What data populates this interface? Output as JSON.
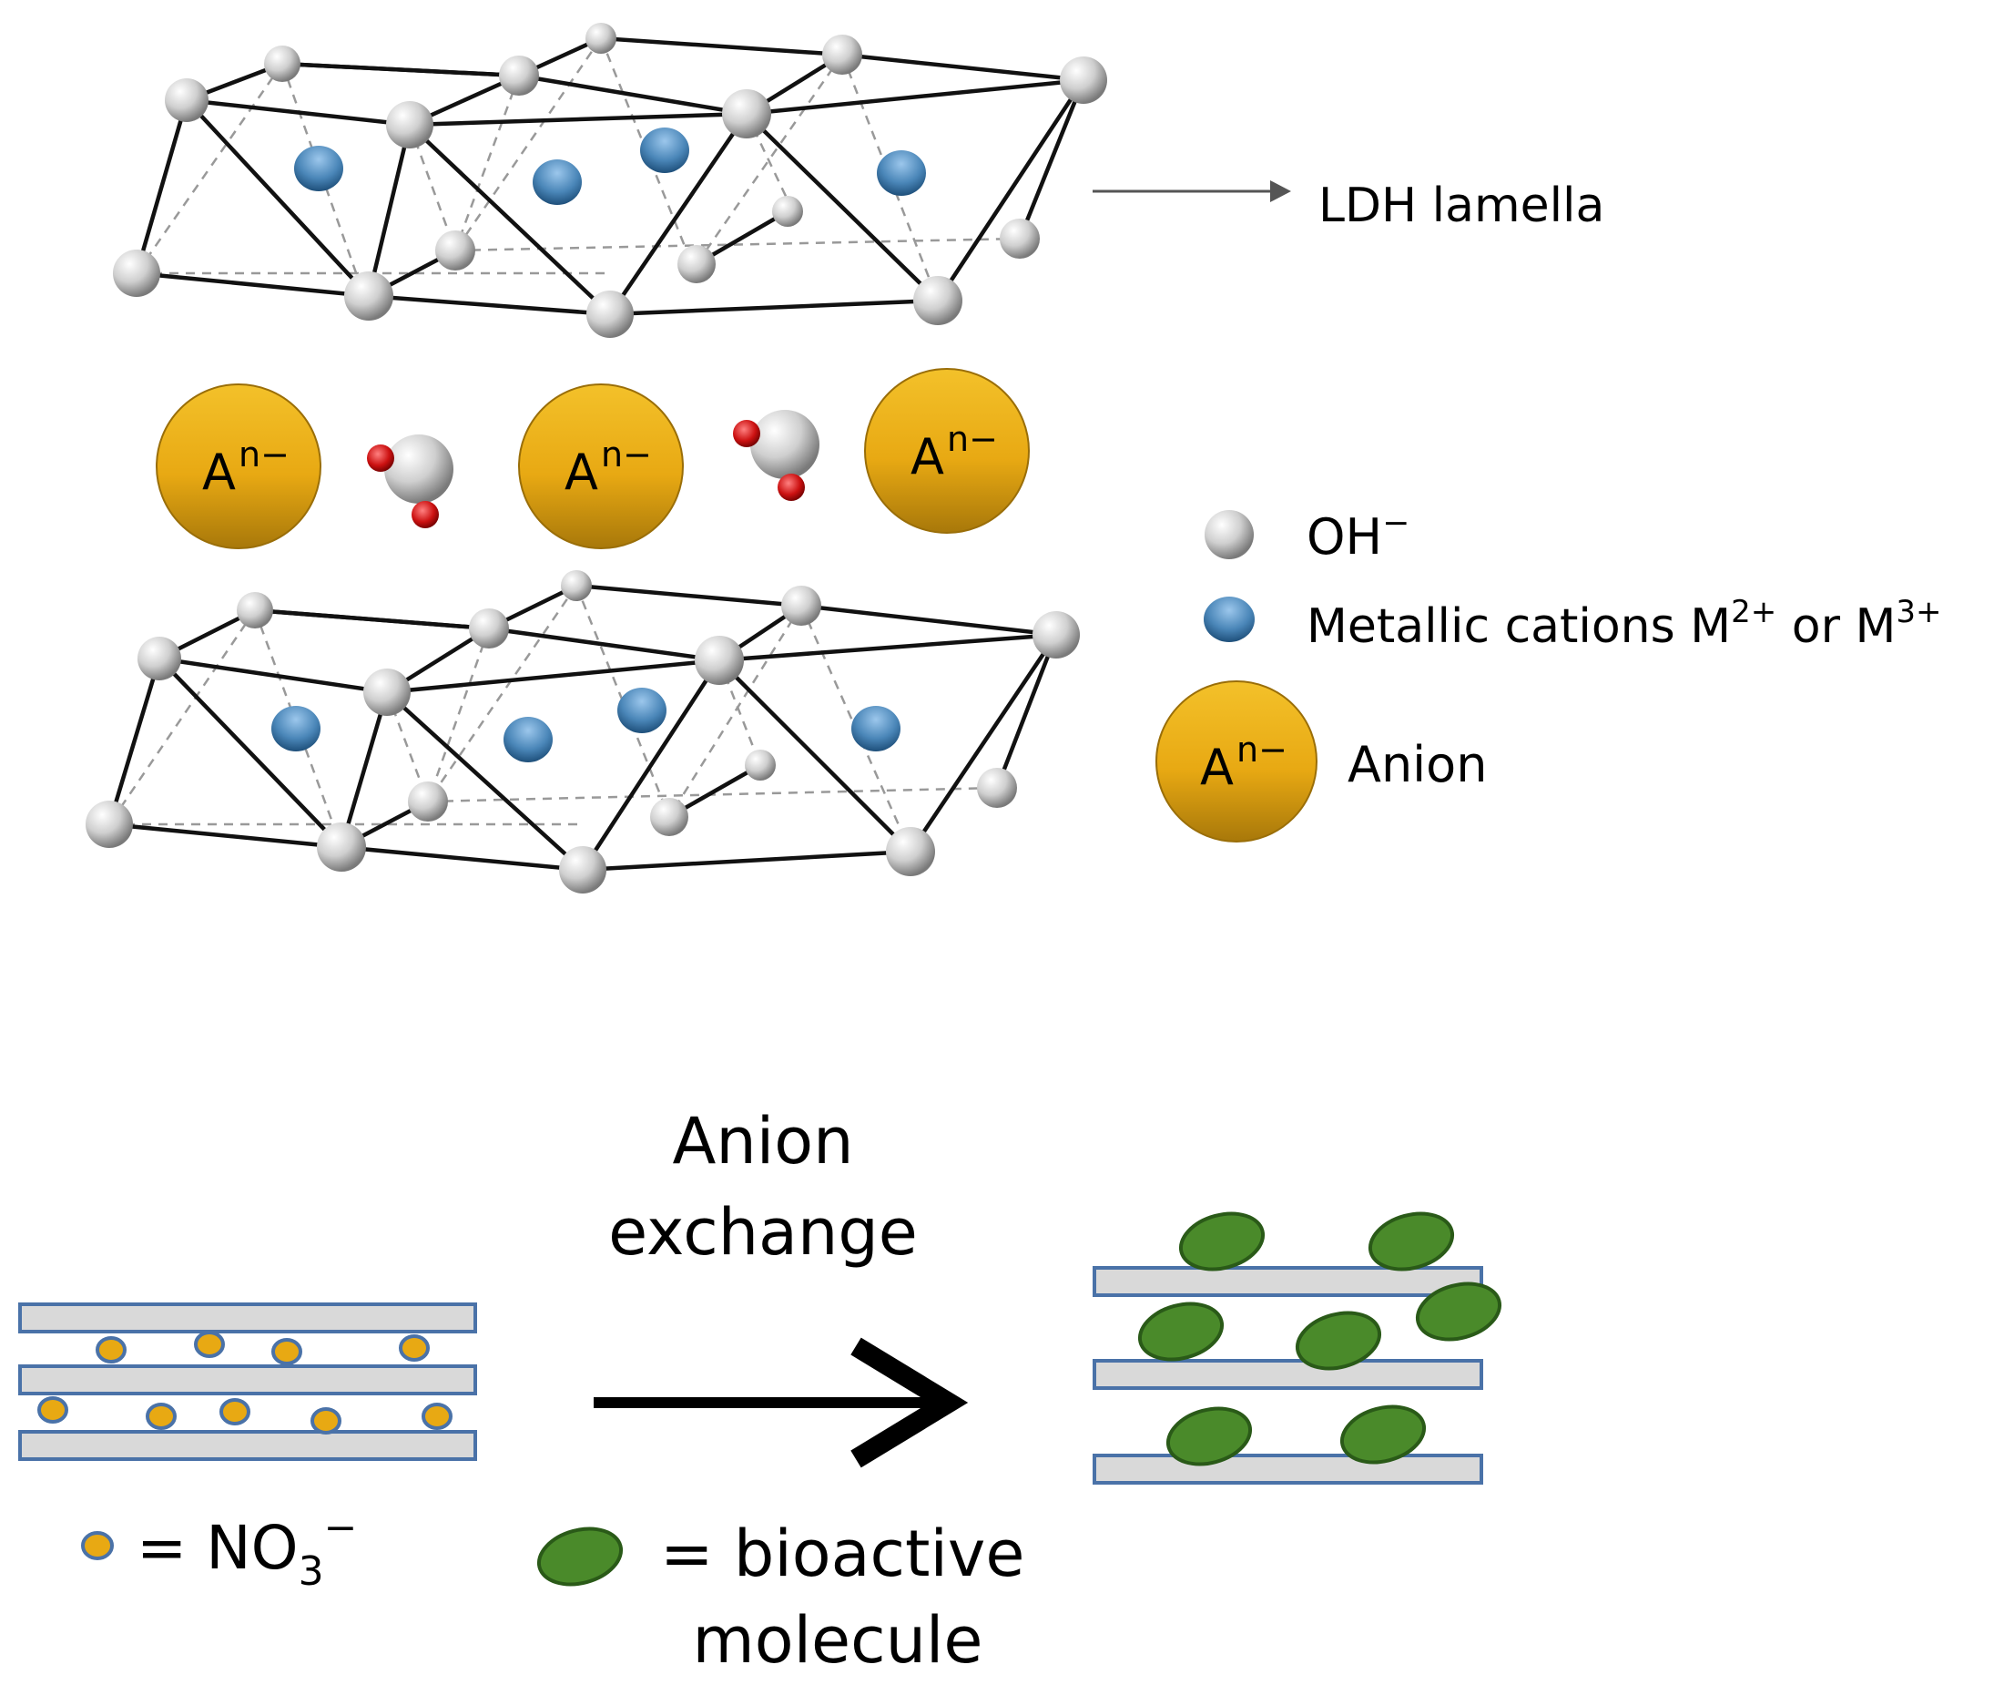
{
  "labels": {
    "lamella": "LDH lamella",
    "anion_symbol": "A",
    "anion_charge": "n−",
    "oh_base": "OH",
    "oh_charge": "−",
    "cations_text": "Metallic cations M",
    "cation_charge_1": "2+",
    "cation_or": " or M",
    "cation_charge_2": "3+",
    "anion_legend": "Anion",
    "exchange_line1": "Anion",
    "exchange_line2": "exchange",
    "no3_eq": "= NO",
    "no3_sub": "3",
    "no3_charge": "−",
    "bio_line1": "= bioactive",
    "bio_line2": "molecule"
  },
  "colors": {
    "anion": "#e8a913",
    "anion_dark": "#a8780a",
    "cation": "#4a86b8",
    "oh": "#d9d9d9",
    "water_h": "#cc1111",
    "plate_fill": "#d9d9d9",
    "plate_stroke": "#4a72a8",
    "bioactive": "#4a8a2a",
    "bioactive_stroke": "#2a5a18"
  },
  "icons": {
    "lattice": "ldh-lattice",
    "arrow": "right-arrow"
  }
}
